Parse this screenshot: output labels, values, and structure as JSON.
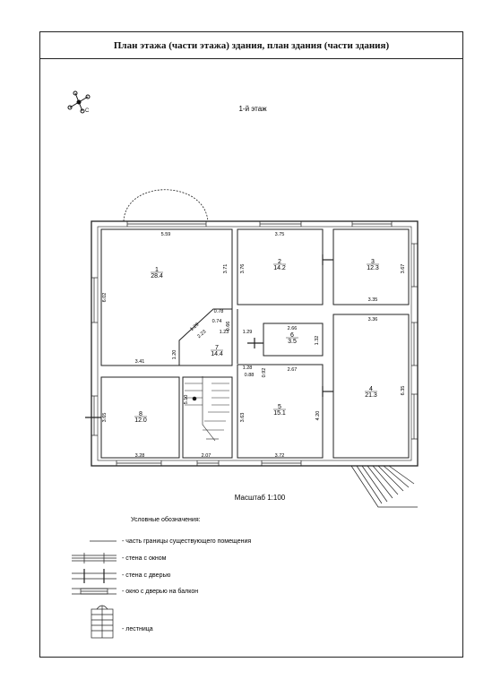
{
  "title": "План этажа (части этажа) здания, план здания (части здания)",
  "floor_label": "1-й этаж",
  "scale": "Масштаб 1:100",
  "rooms": [
    {
      "id": "room-1",
      "number": "1",
      "area": "28.4"
    },
    {
      "id": "room-2",
      "number": "2",
      "area": "14.2"
    },
    {
      "id": "room-3",
      "number": "3",
      "area": "12.3"
    },
    {
      "id": "room-4",
      "number": "4",
      "area": "21.3"
    },
    {
      "id": "room-5",
      "number": "5",
      "area": "15.1"
    },
    {
      "id": "room-6",
      "number": "6",
      "area": "3.5"
    },
    {
      "id": "room-7",
      "number": "7",
      "area": "14.4"
    },
    {
      "id": "room-8",
      "number": "8",
      "area": "12.0"
    }
  ],
  "dimensions": {
    "r1_top": "5.59",
    "r1_left": "6.02",
    "r1_right": "3.71",
    "r1_bottom": "3.41",
    "r1_step": "1.20",
    "r2_top": "3.75",
    "r2_left": "3.76",
    "r3_right": "3.67",
    "r3_bottom": "3.35",
    "r4_top": "3.36",
    "r4_right": "6.35",
    "r6_top": "2.66",
    "r6_right": "1.32",
    "r6_left": "1.29",
    "r5_top": "2.67",
    "r5_left": "3.63",
    "r5_right": "4.20",
    "r5_bottom": "3.72",
    "r8_left": "3.65",
    "r8_bottom": "3.28",
    "stair_bottom": "2.07",
    "stair_side": "5.10",
    "hall_a": "0.78",
    "hall_b": "0.74",
    "hall_c": "0.66",
    "hall_d": "1.28",
    "hall_e": "1.29",
    "hall_f": "2.23",
    "hall_g": "0.92",
    "hall_h": "0.88",
    "hall_i": "1.23"
  },
  "legend": {
    "heading": "Условные обозначения:",
    "items": [
      "- часть границы существующего помещения",
      "- стена с окном",
      "- стена с дверью",
      "- окно с дверью на балкон",
      "- лестница"
    ]
  },
  "compass_label": "С"
}
